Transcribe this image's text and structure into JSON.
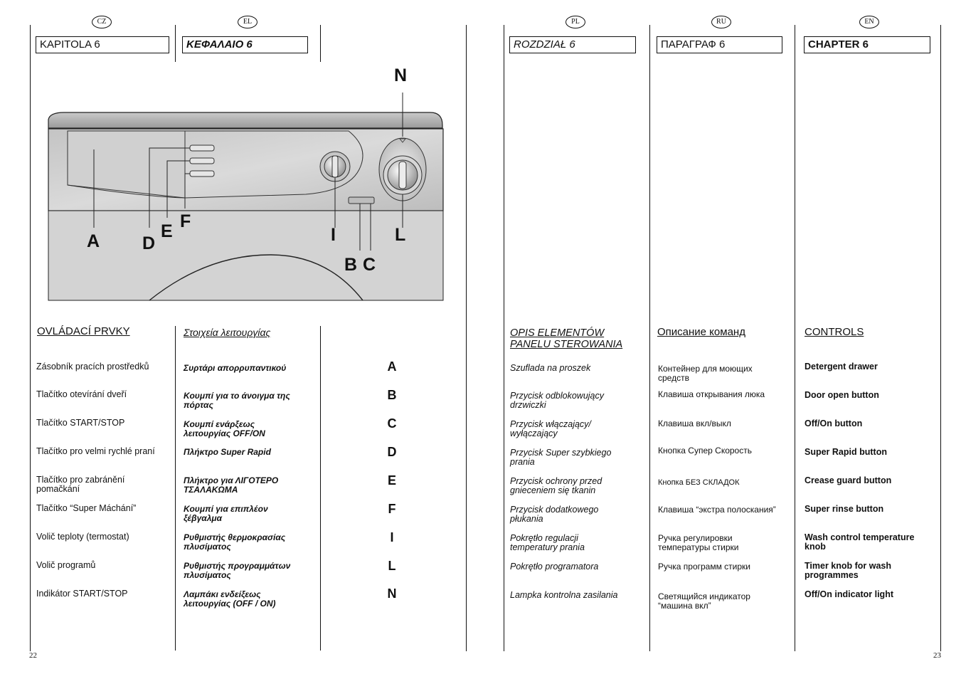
{
  "left_page": {
    "page_number": "22",
    "cz": {
      "lang_badge": "CZ",
      "chapter": "KAPITOLA 6",
      "heading": "OVLÁDACÍ PRVKY",
      "items": [
        "Zásobník pracích prostředků",
        "Tlačítko otevírání dveří",
        "Tlačítko START/STOP",
        "Tlačítko pro velmi rychlé praní",
        "Tlačítko pro zabránění pomačkání",
        "Tlačítko “Super Máchání”",
        "Volič teploty (termostat)",
        "Volič programů",
        "Indikátor START/STOP"
      ]
    },
    "el": {
      "lang_badge": "EL",
      "chapter": "ΚΕΦΑΛΑΙΟ 6",
      "heading": "Στοιχεία λειτουργίας",
      "items": [
        "Συρτάρι απορρυπαντικού",
        "Κουμπί για το άνοιγμα της πόρτας",
        "Κουμπί ενάρξεως λειτουργίας OFF/ON",
        "Πλήκτρο Super Rapid",
        "Πλήκτρο για ΛΙΓΟΤΕΡΟ ΤΣΑΛΑΚΩΜΑ",
        "Κουμπί για επιπλέον ξέβγαλμα",
        "Ρυθμιστής θερμοκρασίας πλυσίματος",
        "Ρυθμιστής προγραμμάτων πλυσίματος",
        "Λαμπάκι ενδείξεως λειτουργίας (OFF / ON)"
      ]
    },
    "keys": [
      "A",
      "B",
      "C",
      "D",
      "E",
      "F",
      "I",
      "L",
      "N"
    ],
    "diagram_labels": {
      "A": "A",
      "B": "B",
      "C": "C",
      "D": "D",
      "E": "E",
      "F": "F",
      "I": "I",
      "L": "L",
      "N": "N"
    }
  },
  "right_page": {
    "page_number": "23",
    "pl": {
      "lang_badge": "PL",
      "chapter": "ROZDZIAŁ 6",
      "heading": "OPIS ELEMENTÓW PANELU STEROWANIA",
      "items": [
        "Szuflada na proszek",
        "Przycisk odblokowujący drzwiczki",
        "Przycisk włączający/ wyłączający",
        "Przycisk Super szybkiego prania",
        "Przycisk ochrony przed gnieceniem się tkanin",
        "Przycisk dodatkowego płukania",
        "Pokrętło regulacji temperatury prania",
        "Pokrętło programatora",
        "Lampka kontrolna zasilania"
      ]
    },
    "ru": {
      "lang_badge": "RU",
      "chapter": "ПАРАГРАФ 6",
      "heading": "Описание команд",
      "items": [
        "Контейнер для моющих средств",
        "Клавиша открывания люка",
        "Клавиша вкл/выкл",
        "Кнопка Супер Скорость",
        "Кнопка БЕЗ СКЛАДОК",
        "Клавиша “экстра полоскания”",
        "Ручка регулировки температуры стирки",
        "Ручка программ стирки",
        "Светящийся индикатор “машина вкл”"
      ]
    },
    "en": {
      "lang_badge": "EN",
      "chapter": "CHAPTER 6",
      "heading": "CONTROLS",
      "items": [
        "Detergent drawer",
        "Door open button",
        "Off/On button",
        "Super Rapid button",
        "Crease guard button",
        "Super rinse button",
        "Wash control temperature knob",
        "Timer knob for wash programmes",
        "Off/On indicator light"
      ]
    }
  }
}
